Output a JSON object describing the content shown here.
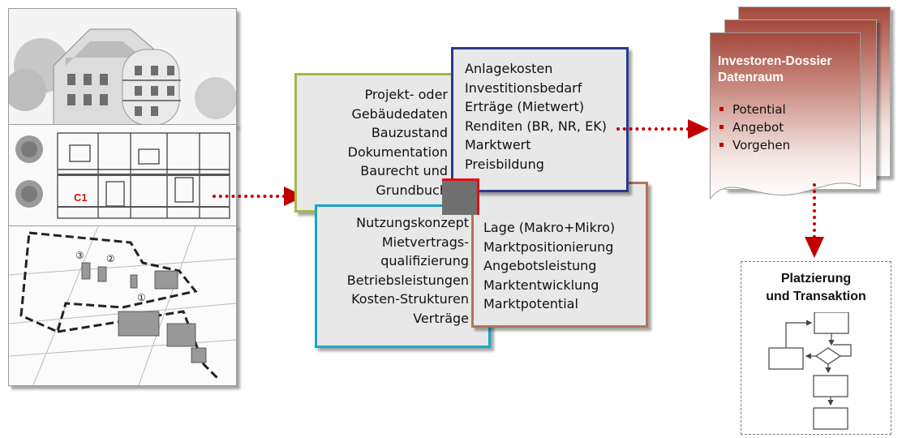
{
  "left_plans": {
    "floor_label": "C1",
    "site_markers": [
      "③",
      "②",
      "①"
    ]
  },
  "center": {
    "green_box": {
      "color": "#a6b84a",
      "lines": [
        "Projekt- oder",
        "Gebäudedaten",
        "Bauzustand",
        "Dokumentation",
        "Baurecht und",
        "Grundbuch"
      ]
    },
    "blue_box": {
      "color": "#2c3a8c",
      "lines": [
        "Anlagekosten",
        "Investitionsbedarf",
        "Erträge (Mietwert)",
        "Renditen (BR, NR, EK)",
        "Marktwert",
        "Preisbildung"
      ]
    },
    "cyan_box": {
      "color": "#1aa6c8",
      "lines": [
        "Nutzungskonzept",
        "Mietvertrags-",
        "qualifizierung",
        "Betriebsleistungen",
        "Kosten-Strukturen",
        "Verträge"
      ]
    },
    "brown_box": {
      "color": "#b5725c",
      "lines": [
        "Lage (Makro+Mikro)",
        "Marktpositionierung",
        "Angebotsleistung",
        "Marktentwicklung",
        "Marktpotential"
      ]
    }
  },
  "dossier": {
    "title_line1": "Investoren-Dossier",
    "title_line2": "Datenraum",
    "bullets": [
      "Potential",
      "Angebot",
      "Vorgehen"
    ]
  },
  "placement": {
    "title_line1": "Platzierung",
    "title_line2": "und Transaktion"
  },
  "colors": {
    "arrow": "#c00000",
    "dossier_header": "#a5493c"
  }
}
